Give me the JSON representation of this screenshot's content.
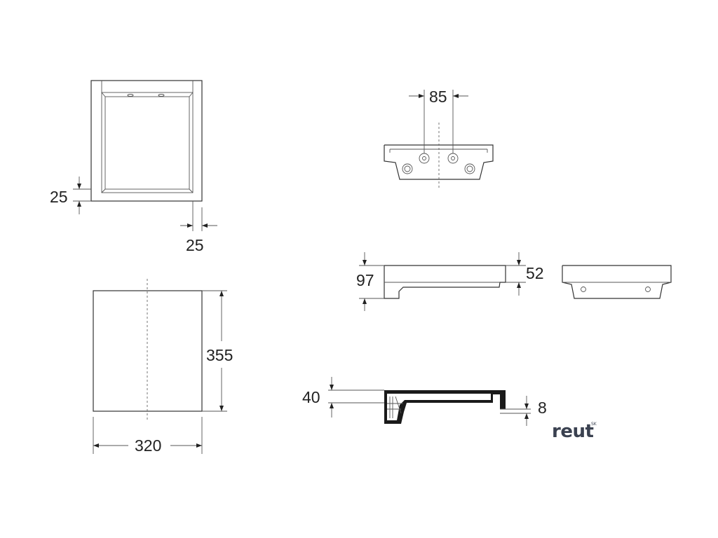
{
  "dimensions": {
    "top_view_margin_vertical": "25",
    "top_view_margin_horizontal": "25",
    "hole_spacing": "85",
    "side_height_total": "97",
    "side_height_front": "52",
    "front_height": "355",
    "front_width": "320",
    "section_height": "40",
    "section_lip": "8"
  },
  "logo": {
    "text": "reut",
    "superscript": "SK"
  }
}
